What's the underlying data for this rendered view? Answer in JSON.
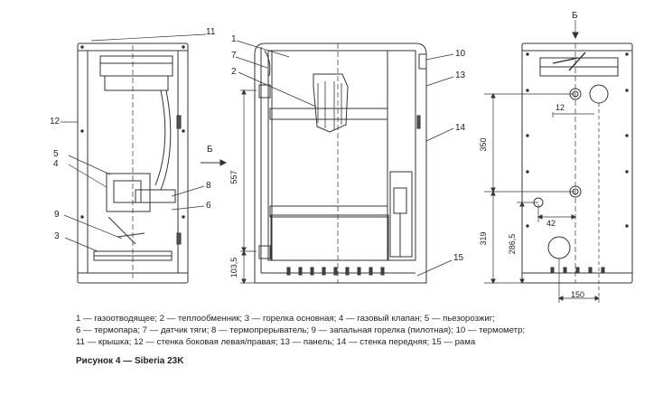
{
  "labels": {
    "l1": "1",
    "l2": "2",
    "l3": "3",
    "l4": "4",
    "l5": "5",
    "l6": "6",
    "l7": "7",
    "l8": "8",
    "l9": "9",
    "l10": "10",
    "l11": "11",
    "l12": "12",
    "l13": "13",
    "l14": "14",
    "l15": "15"
  },
  "view_marks": {
    "arrow_b": "Б",
    "top_b": "Б"
  },
  "dimensions": {
    "d557": "557",
    "d103": "103,5",
    "d12": "12",
    "d350": "350",
    "d319": "319",
    "d286": "286,5",
    "d42": "42",
    "d150": "150"
  },
  "legend": {
    "line1": "1 — газоотводящее; 2 — теплообменник; 3 — горелка основная; 4 — газовый клапан; 5 — пьезорозжиг;",
    "line2": "6 — термопара; 7 — датчик тяги; 8 — термопрерыватель; 9 — запальная горелка (пилотная); 10 — термометр;",
    "line3": "11 — крышка; 12 — стенка боковая левая/правая; 13 — панель; 14 — стенка передняя; 15 — рама"
  },
  "caption": "Рисунок 4 — Siberia 23K"
}
